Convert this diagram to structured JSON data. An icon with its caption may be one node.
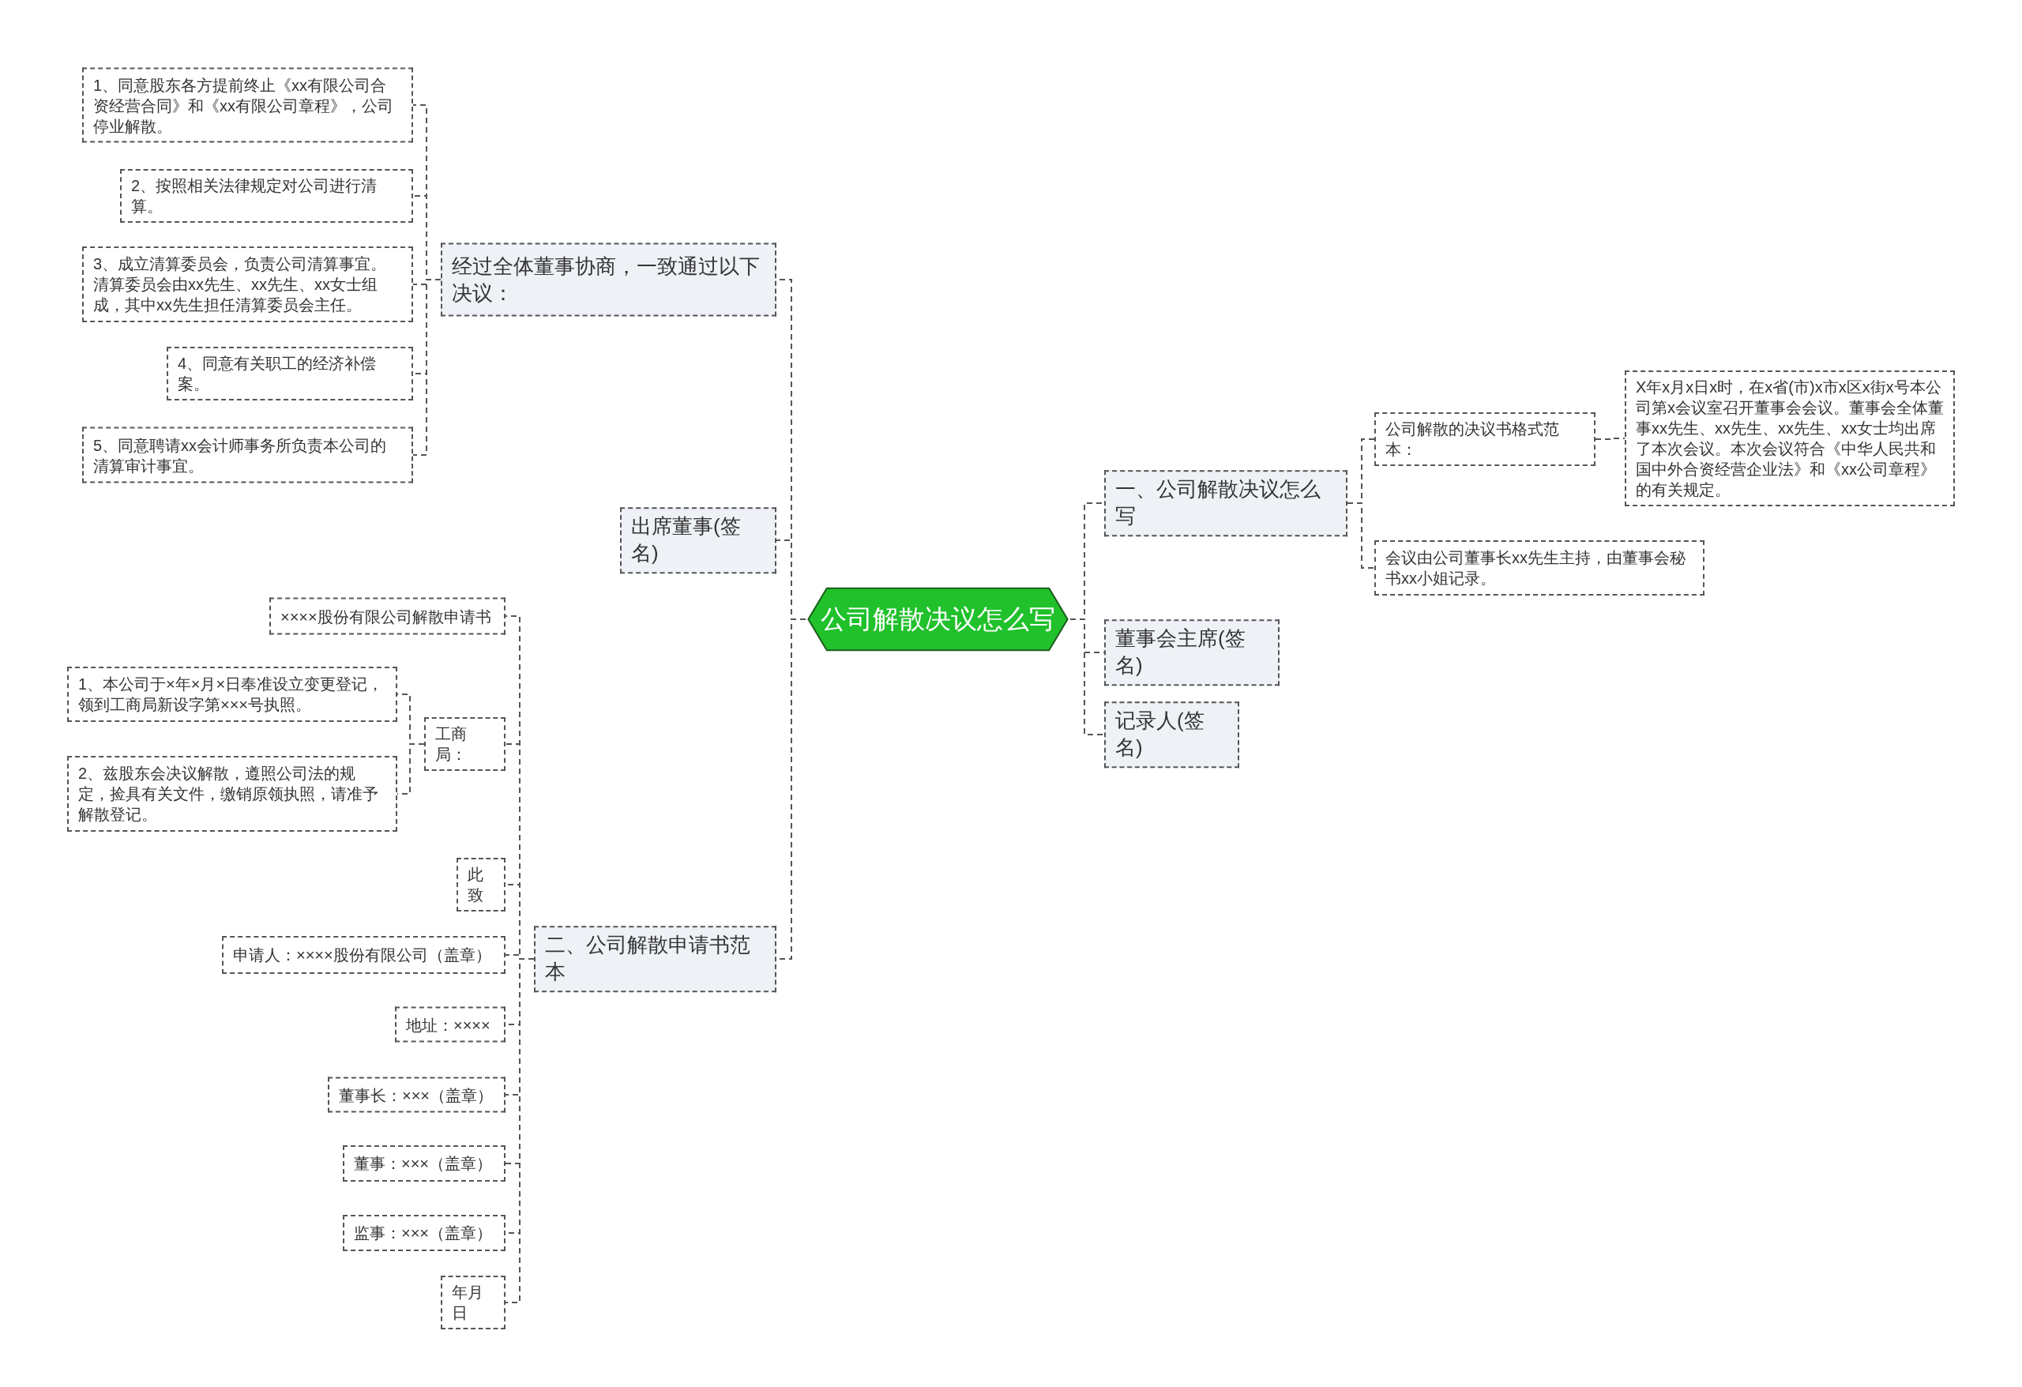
{
  "diagram": {
    "nodes": [
      {
        "text": [
          "公司解散决议怎么写"
        ]
      },
      {
        "text": [
          "经过全体董事协商，一致通过以下决议："
        ]
      },
      {
        "text": [
          "1、同意股东各方提前终止《xx有限公司合资经营合同》和《xx有限公司章程》，公司停业解散。"
        ]
      },
      {
        "text": [
          "2、按照相关法律规定对公司进行清算。"
        ]
      },
      {
        "text": [
          "3、成立清算委员会，负责公司清算事宜。清算委员会由xx先生、xx先生、xx女士组成，其中xx先生担任清算委员会主任。"
        ]
      },
      {
        "text": [
          "4、同意有关职工的经济补偿案。"
        ]
      },
      {
        "text": [
          "5、同意聘请xx会计师事务所负责本公司的清算审计事宜。"
        ]
      },
      {
        "text": [
          "出席董事(签名)"
        ]
      },
      {
        "text": [
          "二、公司解散申请书范本"
        ]
      },
      {
        "text": [
          "××××股份有限公司解散申请书"
        ]
      },
      {
        "text": [
          "工商局："
        ]
      },
      {
        "text": [
          "1、本公司于×年×月×日奉准设立变更登记，领到工商局新设字第×××号执照。"
        ]
      },
      {
        "text": [
          "2、兹股东会决议解散，遵照公司法的规定，捡具有关文件，缴销原领执照，请准予解散登记。"
        ]
      },
      {
        "text": [
          "此致"
        ]
      },
      {
        "text": [
          "申请人：××××股份有限公司（盖章）"
        ]
      },
      {
        "text": [
          "地址：××××"
        ]
      },
      {
        "text": [
          "董事长：×××（盖章）"
        ]
      },
      {
        "text": [
          "董事：×××（盖章）"
        ]
      },
      {
        "text": [
          "监事：×××（盖章）"
        ]
      },
      {
        "text": [
          "年月日"
        ]
      },
      {
        "text": [
          "一、公司解散决议怎么写"
        ]
      },
      {
        "text": [
          "公司解散的决议书格式范本："
        ]
      },
      {
        "text": [
          "X年x月x日x时，在x省(市)x市x区x街x号本公司第x会议室召开董事会会议。董事会全体董事xx先生、xx先生、xx先生、xx女士均出席了本次会议。本次会议符合《中华人民共和国中外合资经营企业法》和《xx公司章程》的有关规定。"
        ]
      },
      {
        "text": [
          "会议由公司董事长xx先生主持，由董事会秘书xx小姐记录。"
        ]
      },
      {
        "text": [
          "董事会主席(签名)"
        ]
      },
      {
        "text": [
          "记录人(签名)"
        ]
      }
    ],
    "edges": [
      {
        "from": 0,
        "to": 1,
        "arrow": "none"
      },
      {
        "from": 1,
        "to": 2,
        "arrow": "none"
      },
      {
        "from": 1,
        "to": 3,
        "arrow": "none"
      },
      {
        "from": 1,
        "to": 4,
        "arrow": "none"
      },
      {
        "from": 1,
        "to": 5,
        "arrow": "none"
      },
      {
        "from": 1,
        "to": 6,
        "arrow": "none"
      },
      {
        "from": 0,
        "to": 7,
        "arrow": "none"
      },
      {
        "from": 0,
        "to": 8,
        "arrow": "none"
      },
      {
        "from": 8,
        "to": 9,
        "arrow": "none"
      },
      {
        "from": 8,
        "to": 10,
        "arrow": "none"
      },
      {
        "from": 10,
        "to": 11,
        "arrow": "none"
      },
      {
        "from": 10,
        "to": 12,
        "arrow": "none"
      },
      {
        "from": 8,
        "to": 13,
        "arrow": "none"
      },
      {
        "from": 8,
        "to": 14,
        "arrow": "none"
      },
      {
        "from": 8,
        "to": 15,
        "arrow": "none"
      },
      {
        "from": 8,
        "to": 16,
        "arrow": "none"
      },
      {
        "from": 8,
        "to": 17,
        "arrow": "none"
      },
      {
        "from": 8,
        "to": 18,
        "arrow": "none"
      },
      {
        "from": 8,
        "to": 19,
        "arrow": "none"
      },
      {
        "from": 0,
        "to": 20,
        "arrow": "none"
      },
      {
        "from": 20,
        "to": 21,
        "arrow": "none"
      },
      {
        "from": 21,
        "to": 22,
        "arrow": "none"
      },
      {
        "from": 20,
        "to": 23,
        "arrow": "none"
      },
      {
        "from": 0,
        "to": 24,
        "arrow": "none"
      },
      {
        "from": 0,
        "to": 25,
        "arrow": "none"
      }
    ]
  }
}
